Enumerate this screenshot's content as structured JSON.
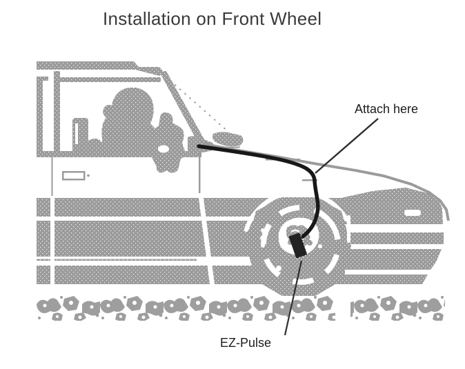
{
  "figure": {
    "title": "Installation on Front Wheel",
    "annotations": [
      {
        "label": "Attach here",
        "points_to": "cable-on-hood-cowl"
      },
      {
        "label": "EZ-Pulse",
        "points_to": "sensor-on-front-wheel-hub"
      }
    ]
  },
  "colors": {
    "car_gray": "#9b9b9b",
    "ink": "#1a1a1a",
    "background": "#ffffff"
  }
}
